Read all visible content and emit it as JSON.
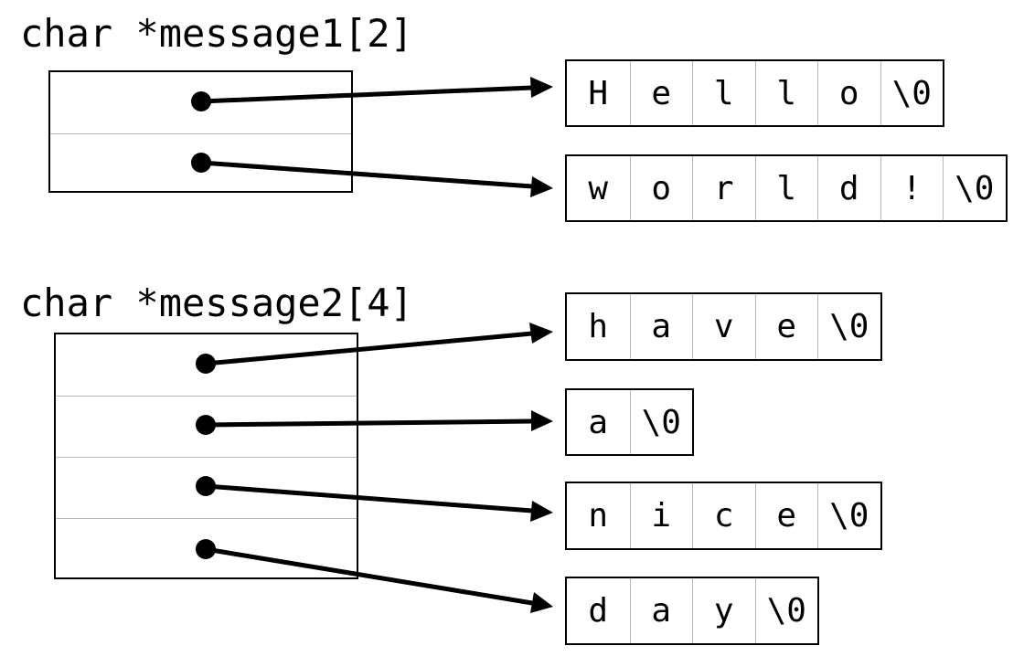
{
  "message1": {
    "declaration": "char *message1[2]",
    "strings": [
      [
        "H",
        "e",
        "l",
        "l",
        "o",
        "\\0"
      ],
      [
        "w",
        "o",
        "r",
        "l",
        "d",
        "!",
        "\\0"
      ]
    ]
  },
  "message2": {
    "declaration": "char *message2[4]",
    "strings": [
      [
        "h",
        "a",
        "v",
        "e",
        "\\0"
      ],
      [
        "a",
        "\\0"
      ],
      [
        "n",
        "i",
        "c",
        "e",
        "\\0"
      ],
      [
        "d",
        "a",
        "y",
        "\\0"
      ]
    ]
  }
}
